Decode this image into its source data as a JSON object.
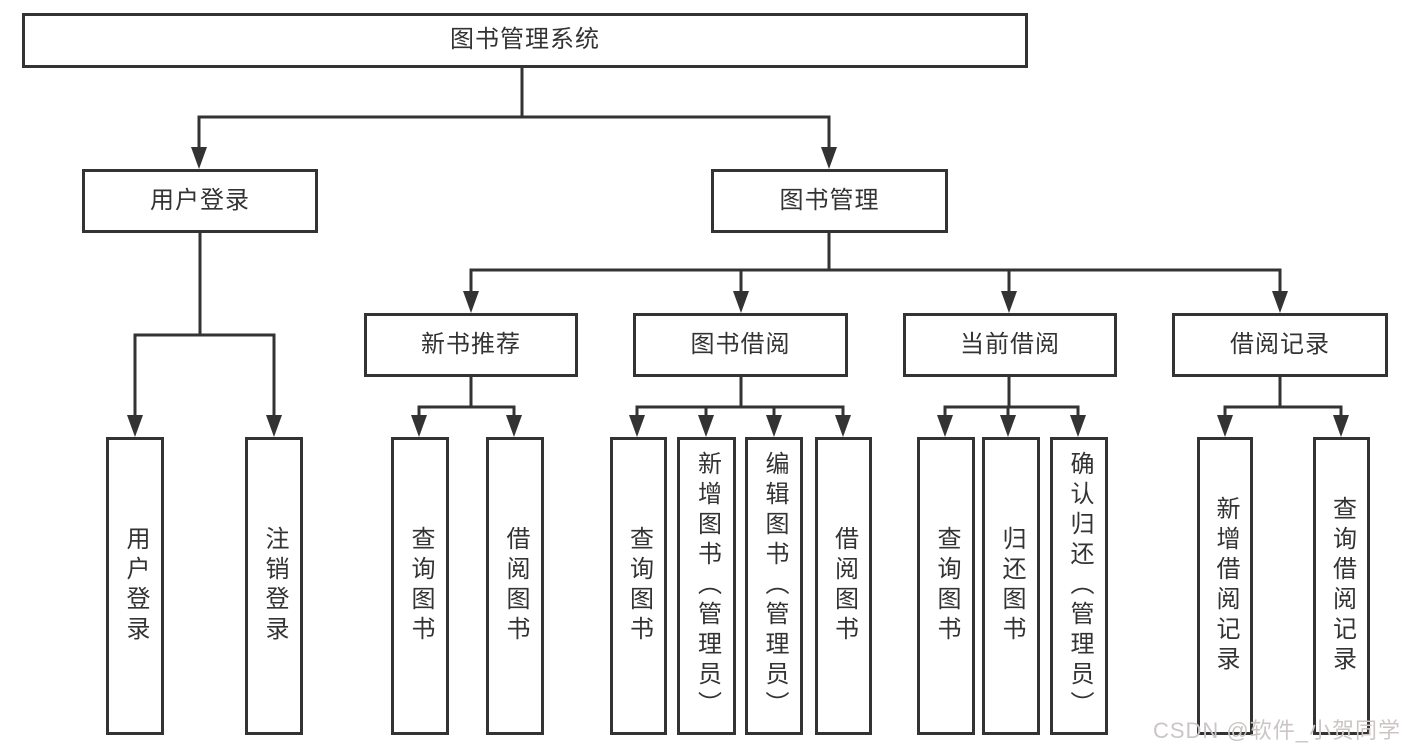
{
  "diagram": {
    "root": "图书管理系统",
    "branches": [
      {
        "label": "用户登录",
        "children": [
          "用户登录",
          "注销登录"
        ]
      },
      {
        "label": "图书管理",
        "groups": [
          {
            "label": "新书推荐",
            "children": [
              "查询图书",
              "借阅图书"
            ]
          },
          {
            "label": "图书借阅",
            "children": [
              "查询图书",
              "新增图书（管理员）",
              "编辑图书（管理员）",
              "借阅图书"
            ]
          },
          {
            "label": "当前借阅",
            "children": [
              "查询图书",
              "归还图书",
              "确认归还（管理员）"
            ]
          },
          {
            "label": "借阅记录",
            "children": [
              "新增借阅记录",
              "查询借阅记录"
            ]
          }
        ]
      }
    ]
  },
  "watermark": {
    "text": "CSDN @软件_小贺同学",
    "color": "#ccc5c5"
  },
  "colors": {
    "line": "#333333",
    "box_border": "#333333",
    "box_fill": "#ffffff",
    "text": "#333333",
    "background": "#ffffff"
  }
}
